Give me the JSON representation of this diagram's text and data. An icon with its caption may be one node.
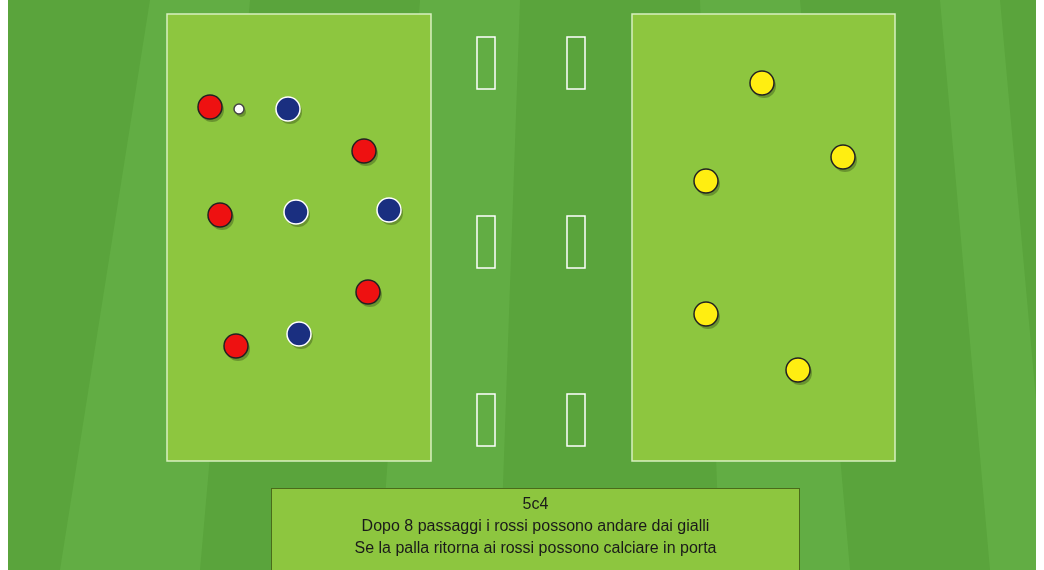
{
  "diagram": {
    "nodes": [
      {
        "text": [
          "5c4",
          "Dopo 8 passaggi i rossi possono andare dai gialli",
          "Se la palla ritorna ai rossi possono calciare in porta"
        ]
      }
    ]
  }
}
